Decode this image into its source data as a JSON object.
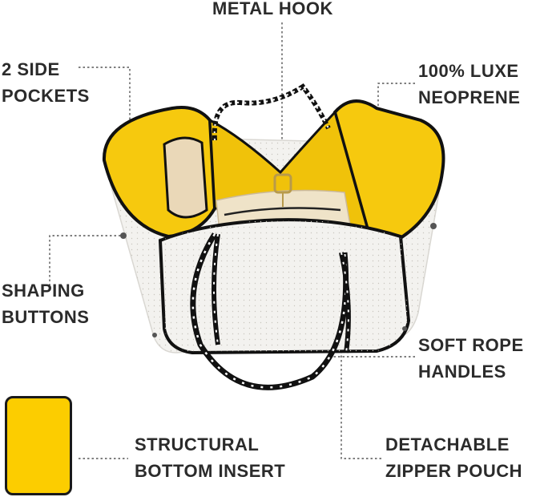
{
  "callouts": {
    "metal_hook": "METAL HOOK",
    "side_pockets": [
      "2 SIDE",
      "POCKETS"
    ],
    "neoprene": [
      "100% LUXE",
      "NEOPRENE"
    ],
    "shaping_buttons": [
      "SHAPING",
      "BUTTONS"
    ],
    "rope_handles": [
      "SOFT ROPE",
      "HANDLES"
    ],
    "bottom_insert": [
      "STRUCTURAL",
      "BOTTOM INSERT"
    ],
    "zipper_pouch": [
      "DETACHABLE",
      "ZIPPER POUCH"
    ]
  },
  "colors": {
    "shell": "#f3f2ef",
    "lining": "#f6c90e",
    "trim": "#111111",
    "insert": "#fccd00",
    "pouch": "#efe3c8",
    "leader": "#555555"
  }
}
